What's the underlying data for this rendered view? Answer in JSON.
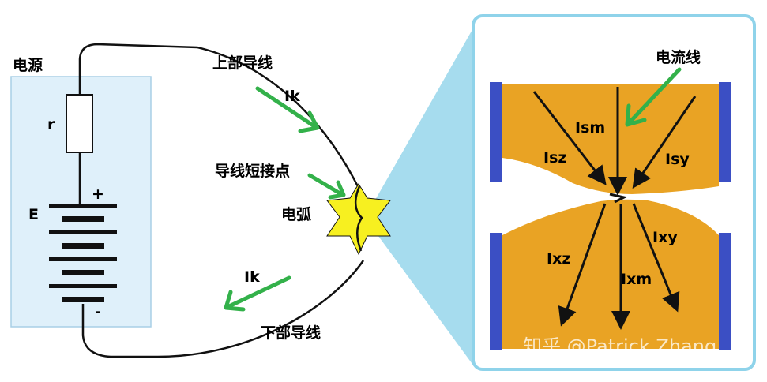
{
  "colors": {
    "power_box_fill": "#dff0fa",
    "power_box_stroke": "#a8cfe6",
    "panel_fill": "#ffffff",
    "panel_border": "#8fd3ea",
    "callout_fill": "#a6dcee",
    "metal_fill": "#e9a324",
    "electrode_fill": "#3b4fc4",
    "spark_fill": "#f7f020",
    "wire": "#111111",
    "green_arrow": "#33b14a",
    "current_arrow": "#111111"
  },
  "labels": {
    "power_source": "电源",
    "resistor": "r",
    "emf": "E",
    "plus": "+",
    "minus": "-",
    "upper_wire": "上部导线",
    "lower_wire": "下部导线",
    "ik_top": "Ik",
    "ik_bottom": "Ik",
    "short_point": "导线短接点",
    "arc": "电弧",
    "current_lines": "电流线",
    "ism": "Ism",
    "isz": "Isz",
    "isy": "Isy",
    "ixz": "Ixz",
    "ixm": "Ixm",
    "ixy": "Ixy"
  },
  "watermark": "知乎 @Patrick Zhang"
}
